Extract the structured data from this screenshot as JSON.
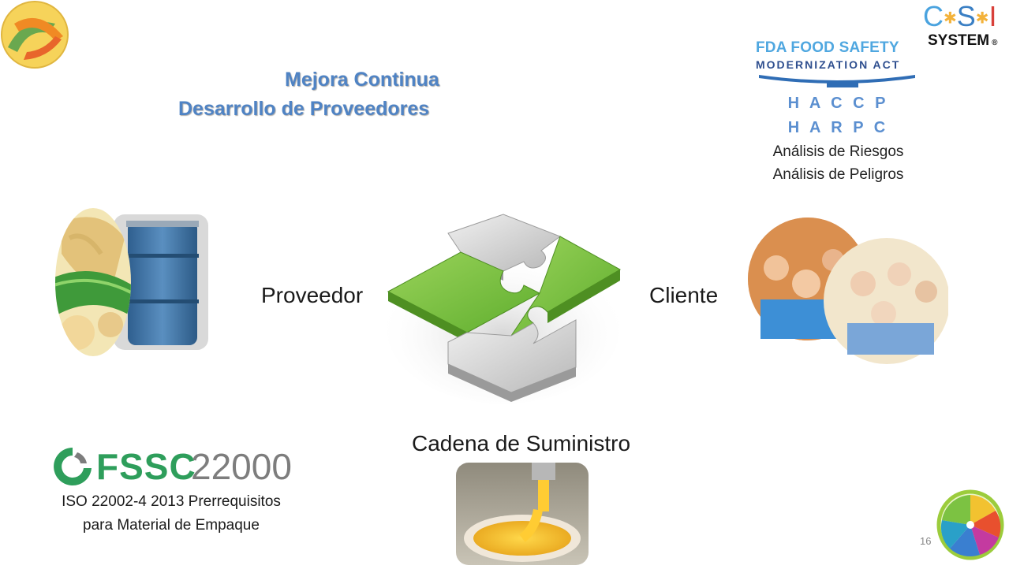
{
  "slide": {
    "title_line1": "Mejora Continua",
    "title_line2": "Desarrollo de Proveedores",
    "page_number": "16"
  },
  "logos": {
    "csi": {
      "c": "C",
      "s": "S",
      "i": "I",
      "system": "SYSTEM",
      "registered": "®"
    },
    "fda": {
      "line1": "FDA FOOD SAFETY",
      "line2": "MODERNIZATION ACT"
    },
    "fssc": {
      "text": "FSSC",
      "number": "22000"
    }
  },
  "right_panel": {
    "line1": "H A C C P",
    "line2": "H A R P C",
    "line3": "Análisis de Riesgos",
    "line4": "Análisis de Peligros"
  },
  "diagram": {
    "left_label": "Proveedor",
    "right_label": "Cliente",
    "bottom_label": "Cadena de Suministro"
  },
  "fssc_caption": {
    "line1": "ISO 22002-4 2013 Prerrequisitos",
    "line2": "para Material de Empaque"
  },
  "colors": {
    "title_blue": "#4f83c4",
    "fda_blue": "#2f6db5",
    "fda_light": "#4fa7e0",
    "haccp_blue": "#5b8fd0",
    "fssc_green": "#2e9e5b",
    "puzzle_green": "#7cc242",
    "barrel_blue": "#3b6fa3"
  }
}
